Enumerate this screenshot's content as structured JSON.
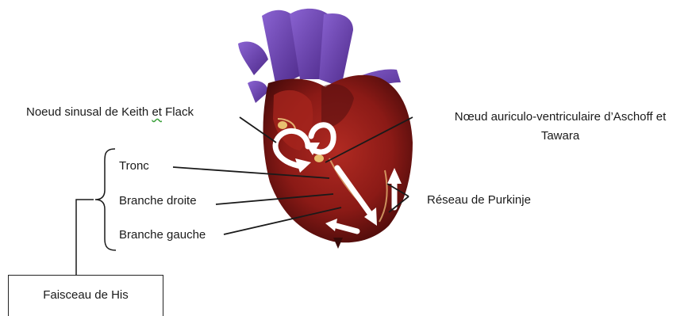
{
  "labels": {
    "sinus_node_prefix": "Noeud sinusal de Keith ",
    "sinus_node_et": "et",
    "sinus_node_suffix": " Flack",
    "av_node_line1": "Nœud auriculo-ventriculaire d’Aschoff et",
    "av_node_line2": "Tawara",
    "tronc": "Tronc",
    "branche_droite": "Branche droite",
    "branche_gauche": "Branche gauche",
    "purkinje": "Réseau de Purkinje",
    "faisceau_his": "Faisceau de His"
  },
  "colors": {
    "text": "#1a1a1a",
    "heart_red": "#8b1a16",
    "heart_dark": "#4a0b0a",
    "vessel_purple": "#6a3ea8",
    "arrow_white": "#ffffff",
    "leader_line": "#1a1a1a"
  }
}
